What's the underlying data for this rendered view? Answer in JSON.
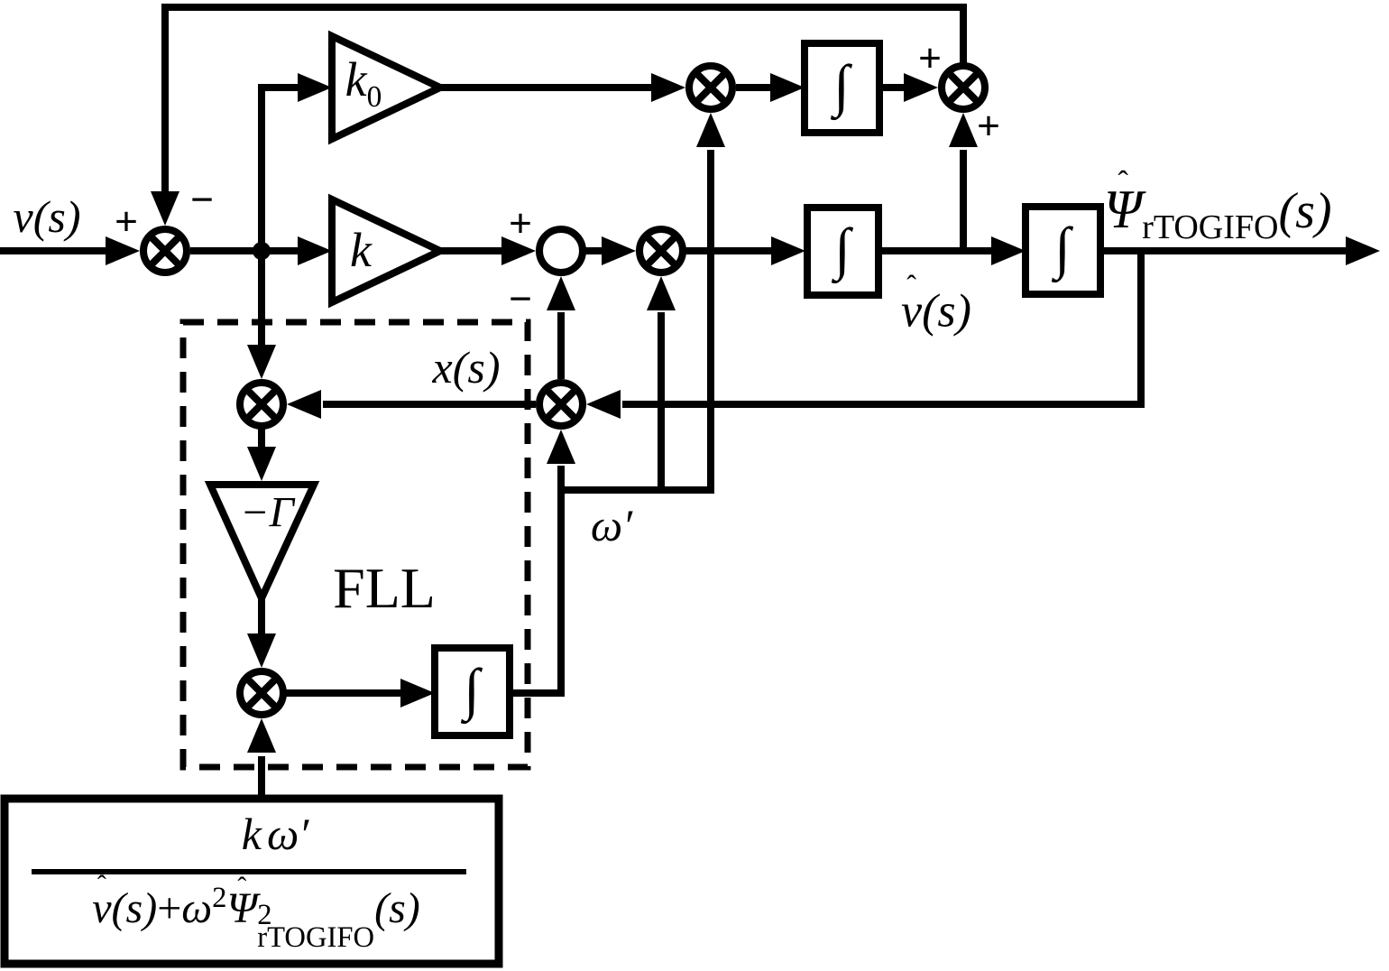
{
  "diagram": {
    "kind": "control-block-diagram",
    "line_color": "#000000",
    "background": "#ffffff",
    "signals": {
      "input": "v(s)",
      "x": "x(s)",
      "omega_prime": "ω′",
      "v_hat": {
        "hat": "ˆ",
        "base": "v",
        "tail": "(s)"
      },
      "psi_out": {
        "hat": "ˆ",
        "base": "Ψ",
        "sub": "rTOGIFO",
        "tail": "(s)"
      }
    },
    "gains": {
      "k0": {
        "base": "k",
        "sub": "0"
      },
      "k": "k",
      "gamma": "−Γ"
    },
    "blocks": {
      "integrator": "∫"
    },
    "signs": {
      "plus": "+",
      "minus": "−"
    },
    "fll": "FLL",
    "fraction": {
      "numerator": {
        "k": "k",
        "omega": "ω′"
      },
      "denominator": {
        "v_hat": "ˆ",
        "v": "v",
        "v_tail": "(s)",
        "plus": "+",
        "omega": "ω",
        "omega_sup": "2",
        "psi_hat": "ˆ",
        "psi": "Ψ",
        "psi_sup": "2",
        "psi_sub": "rTOGIFO",
        "psi_tail": "(s)"
      }
    }
  }
}
